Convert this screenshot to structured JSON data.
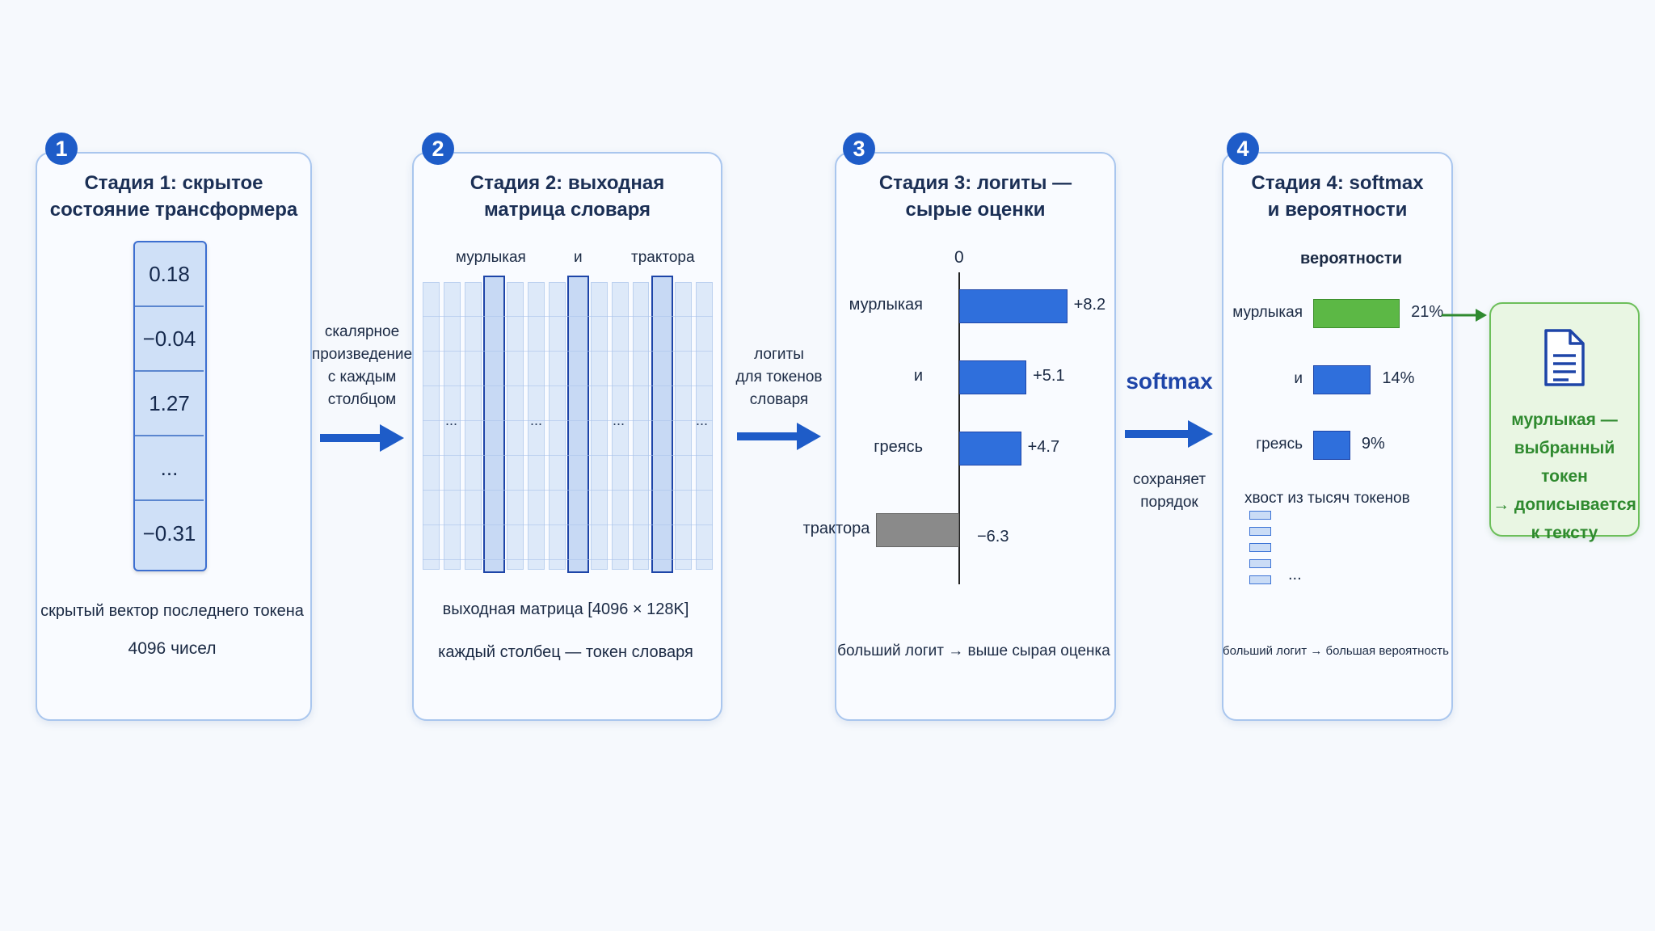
{
  "stage1": {
    "badge": "1",
    "title_line1": "Стадия 1: скрытое",
    "title_line2": "состояние трансформера",
    "vector": [
      "0.18",
      "−0.04",
      "1.27",
      "...",
      "−0.31"
    ],
    "caption1": "скрытый вектор последнего токена",
    "caption2": "4096 чисел"
  },
  "arrow1": {
    "lines": [
      "скалярное",
      "произведение",
      "с каждым",
      "столбцом"
    ]
  },
  "stage2": {
    "badge": "2",
    "title_line1": "Стадия 2: выходная",
    "title_line2": "матрица словаря",
    "col_labels": [
      "мурлыкая",
      "и",
      "трактора"
    ],
    "ellipsis": "...",
    "caption1": "выходная матрица [4096 × 128K]",
    "caption2": "каждый столбец — токен словаря"
  },
  "arrow2": {
    "lines": [
      "логиты",
      "для токенов",
      "словаря"
    ]
  },
  "stage3": {
    "badge": "3",
    "title_line1": "Стадия 3: логиты —",
    "title_line2": "сырые оценки",
    "axis_zero": "0",
    "caption": "больший логит → выше сырая оценка"
  },
  "arrow3": {
    "label": "softmax",
    "sub_lines": [
      "сохраняет",
      "порядок"
    ]
  },
  "stage4": {
    "badge": "4",
    "title_line1": "Стадия 4: softmax",
    "title_line2": "и вероятности",
    "header": "вероятности",
    "tail_label": "хвост из тысяч токенов",
    "tail_ellipsis": "...",
    "caption": "больший логит → большая вероятность"
  },
  "output": {
    "icon": "document-icon",
    "lines": [
      "мурлыкая —",
      "выбранный токен",
      "→ дописывается",
      "к тексту"
    ]
  },
  "chart_data": [
    {
      "type": "bar",
      "categories": [
        "мурлыкая",
        "и",
        "греясь",
        "трактора"
      ],
      "values": [
        8.2,
        5.1,
        4.7,
        -6.3
      ],
      "value_labels": [
        "+8.2",
        "+5.1",
        "+4.7",
        "−6.3"
      ]
    },
    {
      "type": "bar",
      "categories": [
        "мурлыкая",
        "и",
        "греясь"
      ],
      "values": [
        21,
        14,
        9
      ],
      "value_labels": [
        "21%",
        "14%",
        "9%"
      ]
    }
  ],
  "colors": {
    "accent": "#1e5cc8",
    "bar_blue": "#2f6fdc",
    "bar_green": "#5cb845",
    "bar_gray": "#8a8a8a",
    "output_green": "#2f8a2f"
  }
}
